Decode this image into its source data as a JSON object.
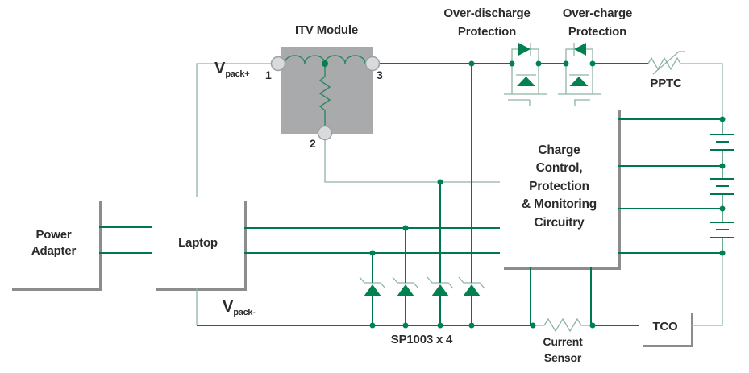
{
  "labels": {
    "itv_module": "ITV Module",
    "pins": {
      "p1": "1",
      "p2": "2",
      "p3": "3"
    },
    "vpack_plus": {
      "base": "V",
      "sub": "pack+"
    },
    "vpack_minus": {
      "base": "V",
      "sub": "pack-"
    },
    "over_discharge": {
      "line1": "Over-discharge",
      "line2": "Protection"
    },
    "over_charge": {
      "line1": "Over-charge",
      "line2": "Protection"
    },
    "pptc": "PPTC",
    "charge_control": {
      "line1": "Charge",
      "line2": "Control,",
      "line3": "Protection",
      "line4": "& Monitoring",
      "line5": "Circuitry"
    },
    "power_adapter": {
      "line1": "Power",
      "line2": "Adapter"
    },
    "laptop": "Laptop",
    "sp1003": "SP1003 x 4",
    "current_sensor": {
      "line1": "Current",
      "line2": "Sensor"
    },
    "tco": "TCO"
  },
  "colors": {
    "wire_green": "#00784E",
    "wire_light": "#8FB3A4",
    "wire_mid": "#2F8663",
    "symbol_fill_green": "#00814F",
    "module_gray": "#A8AAAC",
    "terminal_fill": "#D9DADB",
    "terminal_stroke": "#9EA0A3",
    "text": "#2B2B2D",
    "box_shadow": "#8A8C8E"
  }
}
